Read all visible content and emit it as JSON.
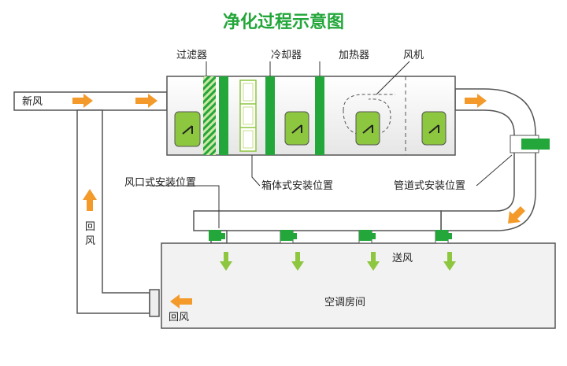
{
  "title": "净化过程示意图",
  "labels": {
    "filter": "过滤器",
    "cooler": "冷却器",
    "heater": "加热器",
    "fan": "风机",
    "fresh_air": "新风",
    "return_air_vertical": "回风",
    "return_air_bottom": "回风",
    "outlet_install": "风口式安装位置",
    "box_install": "箱体式安装位置",
    "duct_install": "管道式安装位置",
    "supply_air": "送风",
    "ac_room": "空调房间"
  },
  "colors": {
    "accent_green": "#23a63a",
    "device_green": "#8dc63f",
    "arrow_orange": "#f39a2b",
    "duct_fill": "#ffffff",
    "duct_stroke": "#555555",
    "unit_fill": "#f2f2f2"
  },
  "icons": {
    "purifier_module": "purifier-device-icon",
    "duct_purifier": "duct-device-icon",
    "outlet_purifier": "outlet-device-icon"
  }
}
